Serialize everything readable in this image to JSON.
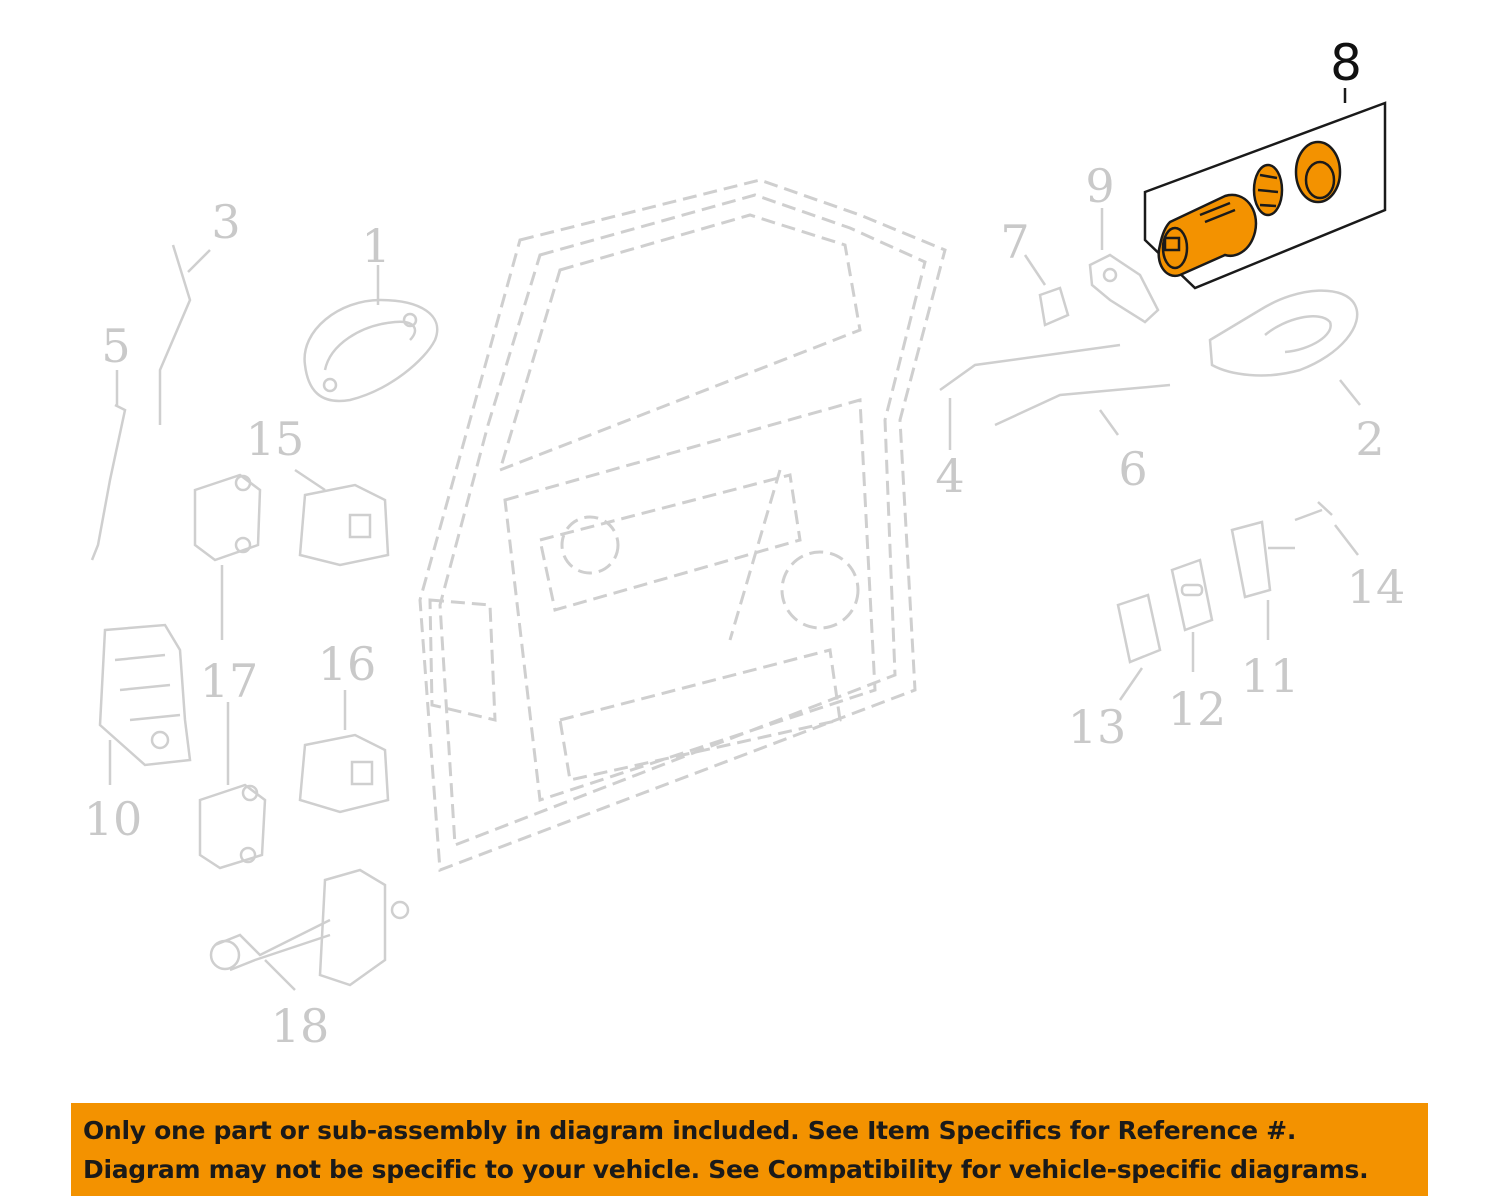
{
  "diagram": {
    "highlighted_part": "8",
    "callouts": [
      "1",
      "2",
      "3",
      "4",
      "5",
      "6",
      "7",
      "8",
      "9",
      "10",
      "11",
      "12",
      "13",
      "14",
      "15",
      "16",
      "17",
      "18"
    ],
    "colors": {
      "highlight": "#f39200",
      "ghost": "#cfcfcf",
      "banner": "#f39200"
    }
  },
  "notice": {
    "line1": "Only one part or sub-assembly in diagram included. See Item Specifics for Reference #.",
    "line2": "Diagram may not be specific to your vehicle. See Compatibility for vehicle-specific diagrams."
  }
}
